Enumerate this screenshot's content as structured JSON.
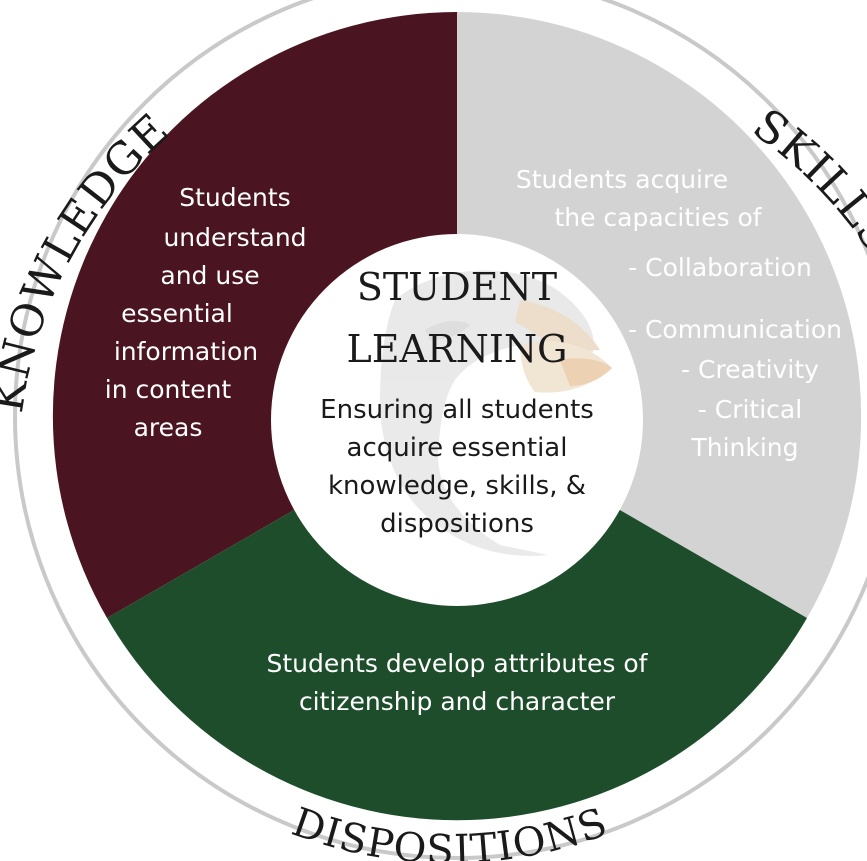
{
  "colors": {
    "knowledge": "#4a1520",
    "skills": "#d3d3d3",
    "dispositions": "#1e4d2b",
    "outer_ring": "#c9c9c9",
    "center_fill": "#ffffff",
    "title_text": "#1a1a1a",
    "segment_text": "#ffffff",
    "mascot_beige": "#efe1cd",
    "mascot_tan": "#e9c9a5",
    "mascot_gray": "#e3e3e3"
  },
  "center": {
    "title_line1": "STUDENT",
    "title_line2": "LEARNING",
    "caption_line1": "Ensuring all students",
    "caption_line2": "acquire essential",
    "caption_line3": "knowledge, skills, &",
    "caption_line4": "dispositions"
  },
  "segments": {
    "knowledge": {
      "label": "KNOWLEDGE",
      "lines": [
        "Students",
        "understand",
        "and use",
        "essential",
        "information",
        "in content",
        "areas"
      ]
    },
    "skills": {
      "label": "SKILLS",
      "lines": [
        "Students acquire",
        "the capacities of",
        "",
        "- Collaboration",
        "- Communication",
        "- Creativity",
        "- Critical",
        "Thinking"
      ]
    },
    "dispositions": {
      "label": "DISPOSITIONS",
      "lines": [
        "Students develop attributes of",
        "citizenship and character"
      ]
    }
  },
  "mascot": {
    "icon": "eagle-head-watermark-icon"
  }
}
